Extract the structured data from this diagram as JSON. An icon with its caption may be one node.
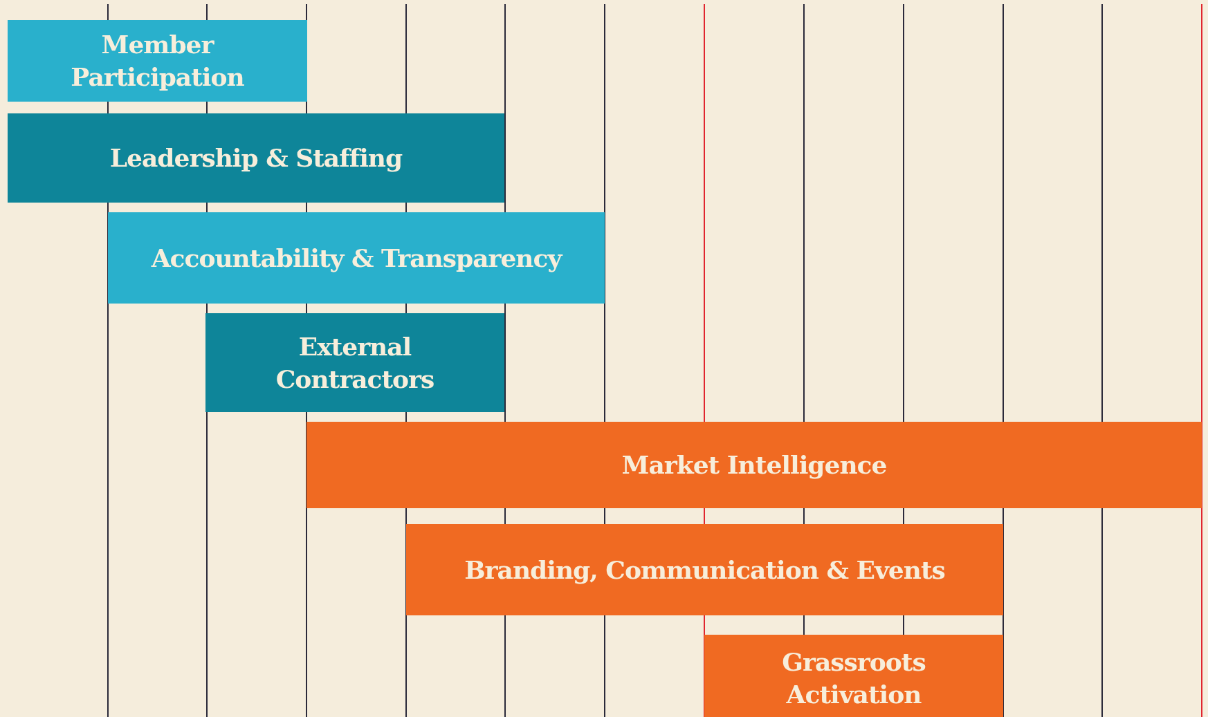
{
  "diagram": {
    "nodes": [
      {
        "text": [
          "Member Participation"
        ]
      },
      {
        "text": [
          "Leadership & Staffing"
        ]
      },
      {
        "text": [
          "Accountability & Transparency"
        ]
      },
      {
        "text": [
          "External Contractors"
        ]
      },
      {
        "text": [
          "Market Intelligence"
        ]
      },
      {
        "text": [
          "Branding, Communication & Events"
        ]
      },
      {
        "text": [
          "Grassroots Activation"
        ]
      }
    ]
  }
}
